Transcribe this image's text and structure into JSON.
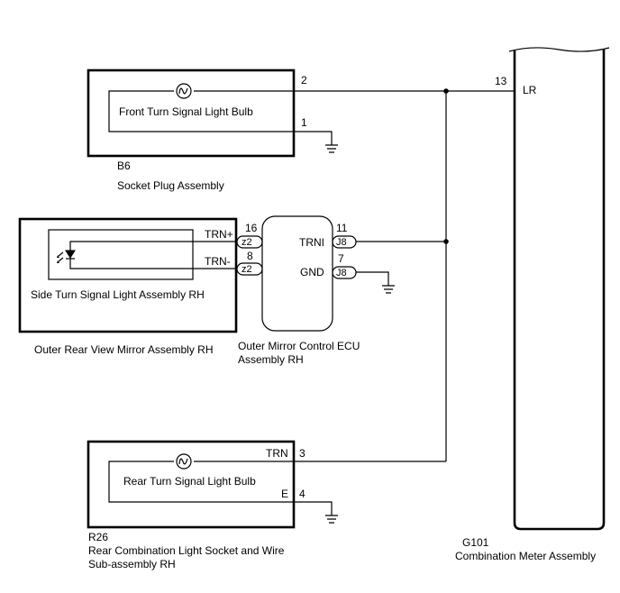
{
  "components": {
    "front_bulb": {
      "label": "Front Turn  Signal Light Bulb",
      "pin_top": "2",
      "pin_bottom": "1"
    },
    "socket_plug": {
      "code": "B6",
      "name": "Socket Plug Assembly"
    },
    "side_light": {
      "label": "Side Turn Signal Light Assembly RH",
      "trn_plus": "TRN+",
      "trn_minus": "TRN-",
      "pin_plus": "16",
      "pin_minus": "8",
      "connector": "z2"
    },
    "mirror_assembly": {
      "name": "Outer Rear View Mirror Assembly RH"
    },
    "ecu": {
      "name_line1": "Outer Mirror Control ECU",
      "name_line2": "Assembly RH",
      "trni_label": "TRNI",
      "gnd_label": "GND",
      "pin_trni": "11",
      "pin_gnd": "7",
      "connector": "J8"
    },
    "rear_bulb": {
      "label": "Rear Turn  Signal Light Bulb",
      "trn_label": "TRN",
      "e_label": "E",
      "pin_trn": "3",
      "pin_e": "4",
      "code": "R26",
      "name_line1": "Rear Combination Light Socket and Wire",
      "name_line2": "Sub-assembly RH"
    },
    "meter": {
      "pin": "13",
      "terminal": "LR",
      "code": "G101",
      "name": "Combination Meter Assembly"
    }
  }
}
